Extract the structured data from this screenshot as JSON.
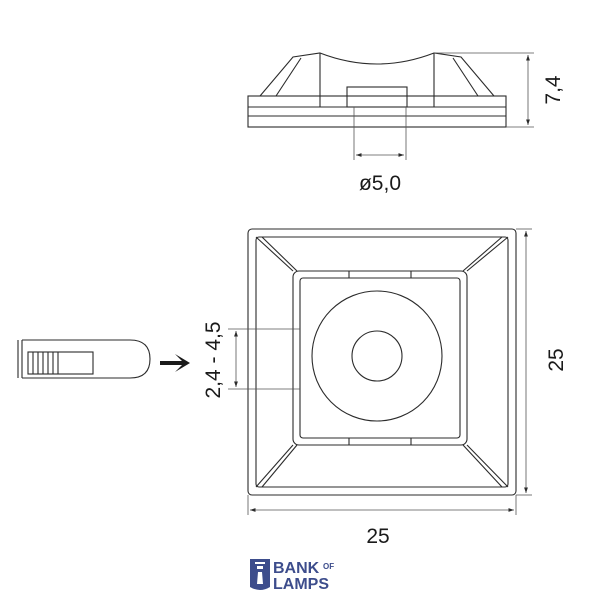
{
  "dimensions": {
    "height": "7,4",
    "hole_diameter": "ø5,0",
    "strap_range": "2,4 - 4,5",
    "width": "25",
    "depth": "25"
  },
  "logo": {
    "line1": "BANK",
    "line1_small": "OF",
    "line2": "LAMPS"
  },
  "colors": {
    "line": "#2b2b2b",
    "logo": "#3d4d8c"
  }
}
